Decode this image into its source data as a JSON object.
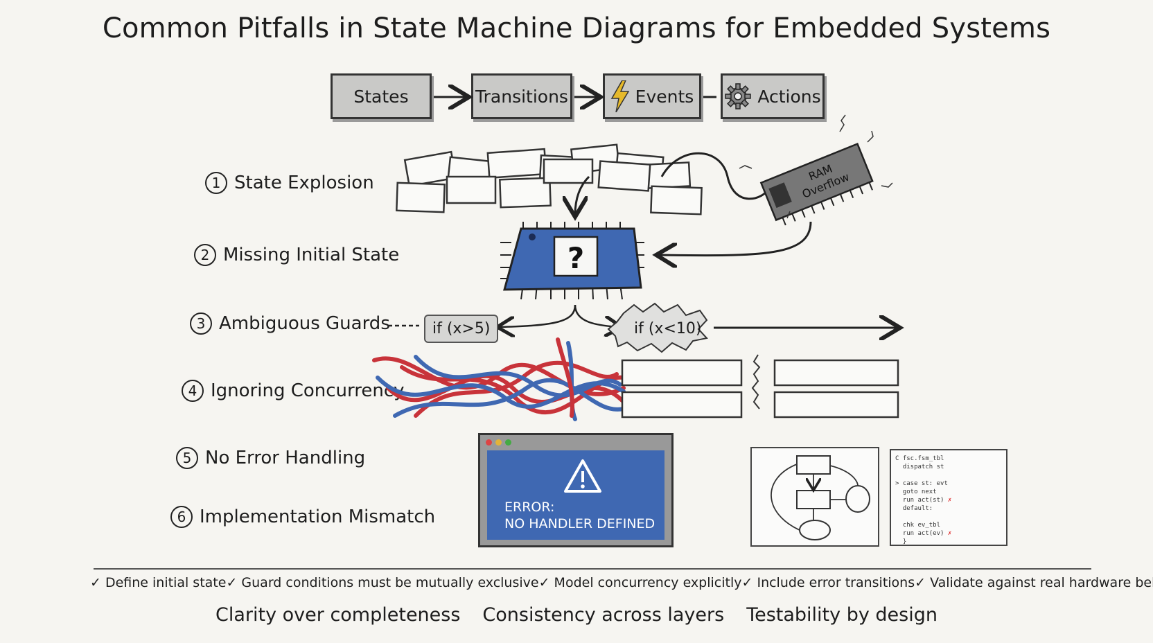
{
  "title": "Common Pitfalls in State Machine Diagrams for Embedded Systems",
  "flow": {
    "states": "States",
    "transitions": "Transitions",
    "events": "Events",
    "actions": "Actions"
  },
  "pitfalls": [
    {
      "num": "1",
      "label": "State Explosion"
    },
    {
      "num": "2",
      "label": "Missing Initial State"
    },
    {
      "num": "3",
      "label": "Ambiguous Guards"
    },
    {
      "num": "4",
      "label": "Ignoring Concurrency"
    },
    {
      "num": "5",
      "label": "No Error Handling"
    },
    {
      "num": "6",
      "label": "Implementation Mismatch"
    }
  ],
  "ram_chip": {
    "line1": "RAM",
    "line2": "Overflow"
  },
  "mcu_symbol": "?",
  "guards": {
    "left": "if (x>5)",
    "right": "if (x<10)"
  },
  "error_window": {
    "line1": "ERROR:",
    "line2": "NO HANDLER DEFINED"
  },
  "checklist": [
    "✓ Define initial state",
    "✓ Guard conditions must be mutually exclusive",
    "✓ Model concurrency explicitly",
    "✓ Include error transitions",
    "✓ Validate against real hardware behavior"
  ],
  "principles": [
    "Clarity over completeness",
    "Consistency across layers",
    "Testability by design"
  ],
  "colors": {
    "blue": "#3f68b2",
    "red": "#c8333a",
    "lightning": "#e6b92a",
    "box_gray": "#c9c9c7"
  }
}
